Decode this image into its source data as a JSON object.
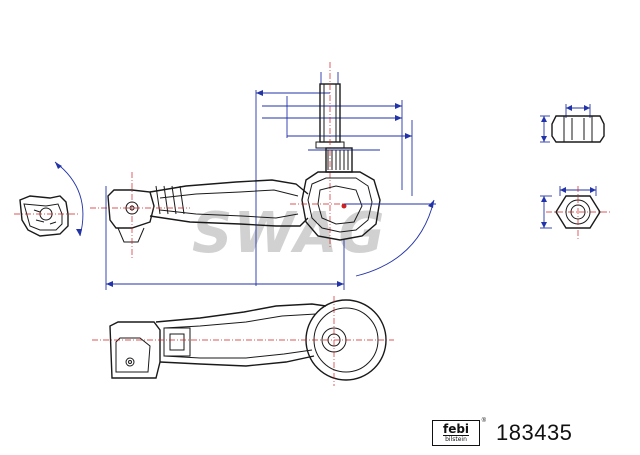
{
  "watermark": {
    "text": "SWAG"
  },
  "brand": {
    "logo_text": "febi",
    "logo_subtext": "bilstein",
    "registered_mark": "®"
  },
  "part": {
    "number": "183435"
  },
  "colors": {
    "dimension_lines": "#2233a8",
    "center_lines": "#d02020",
    "outline": "#1a1a1a"
  }
}
